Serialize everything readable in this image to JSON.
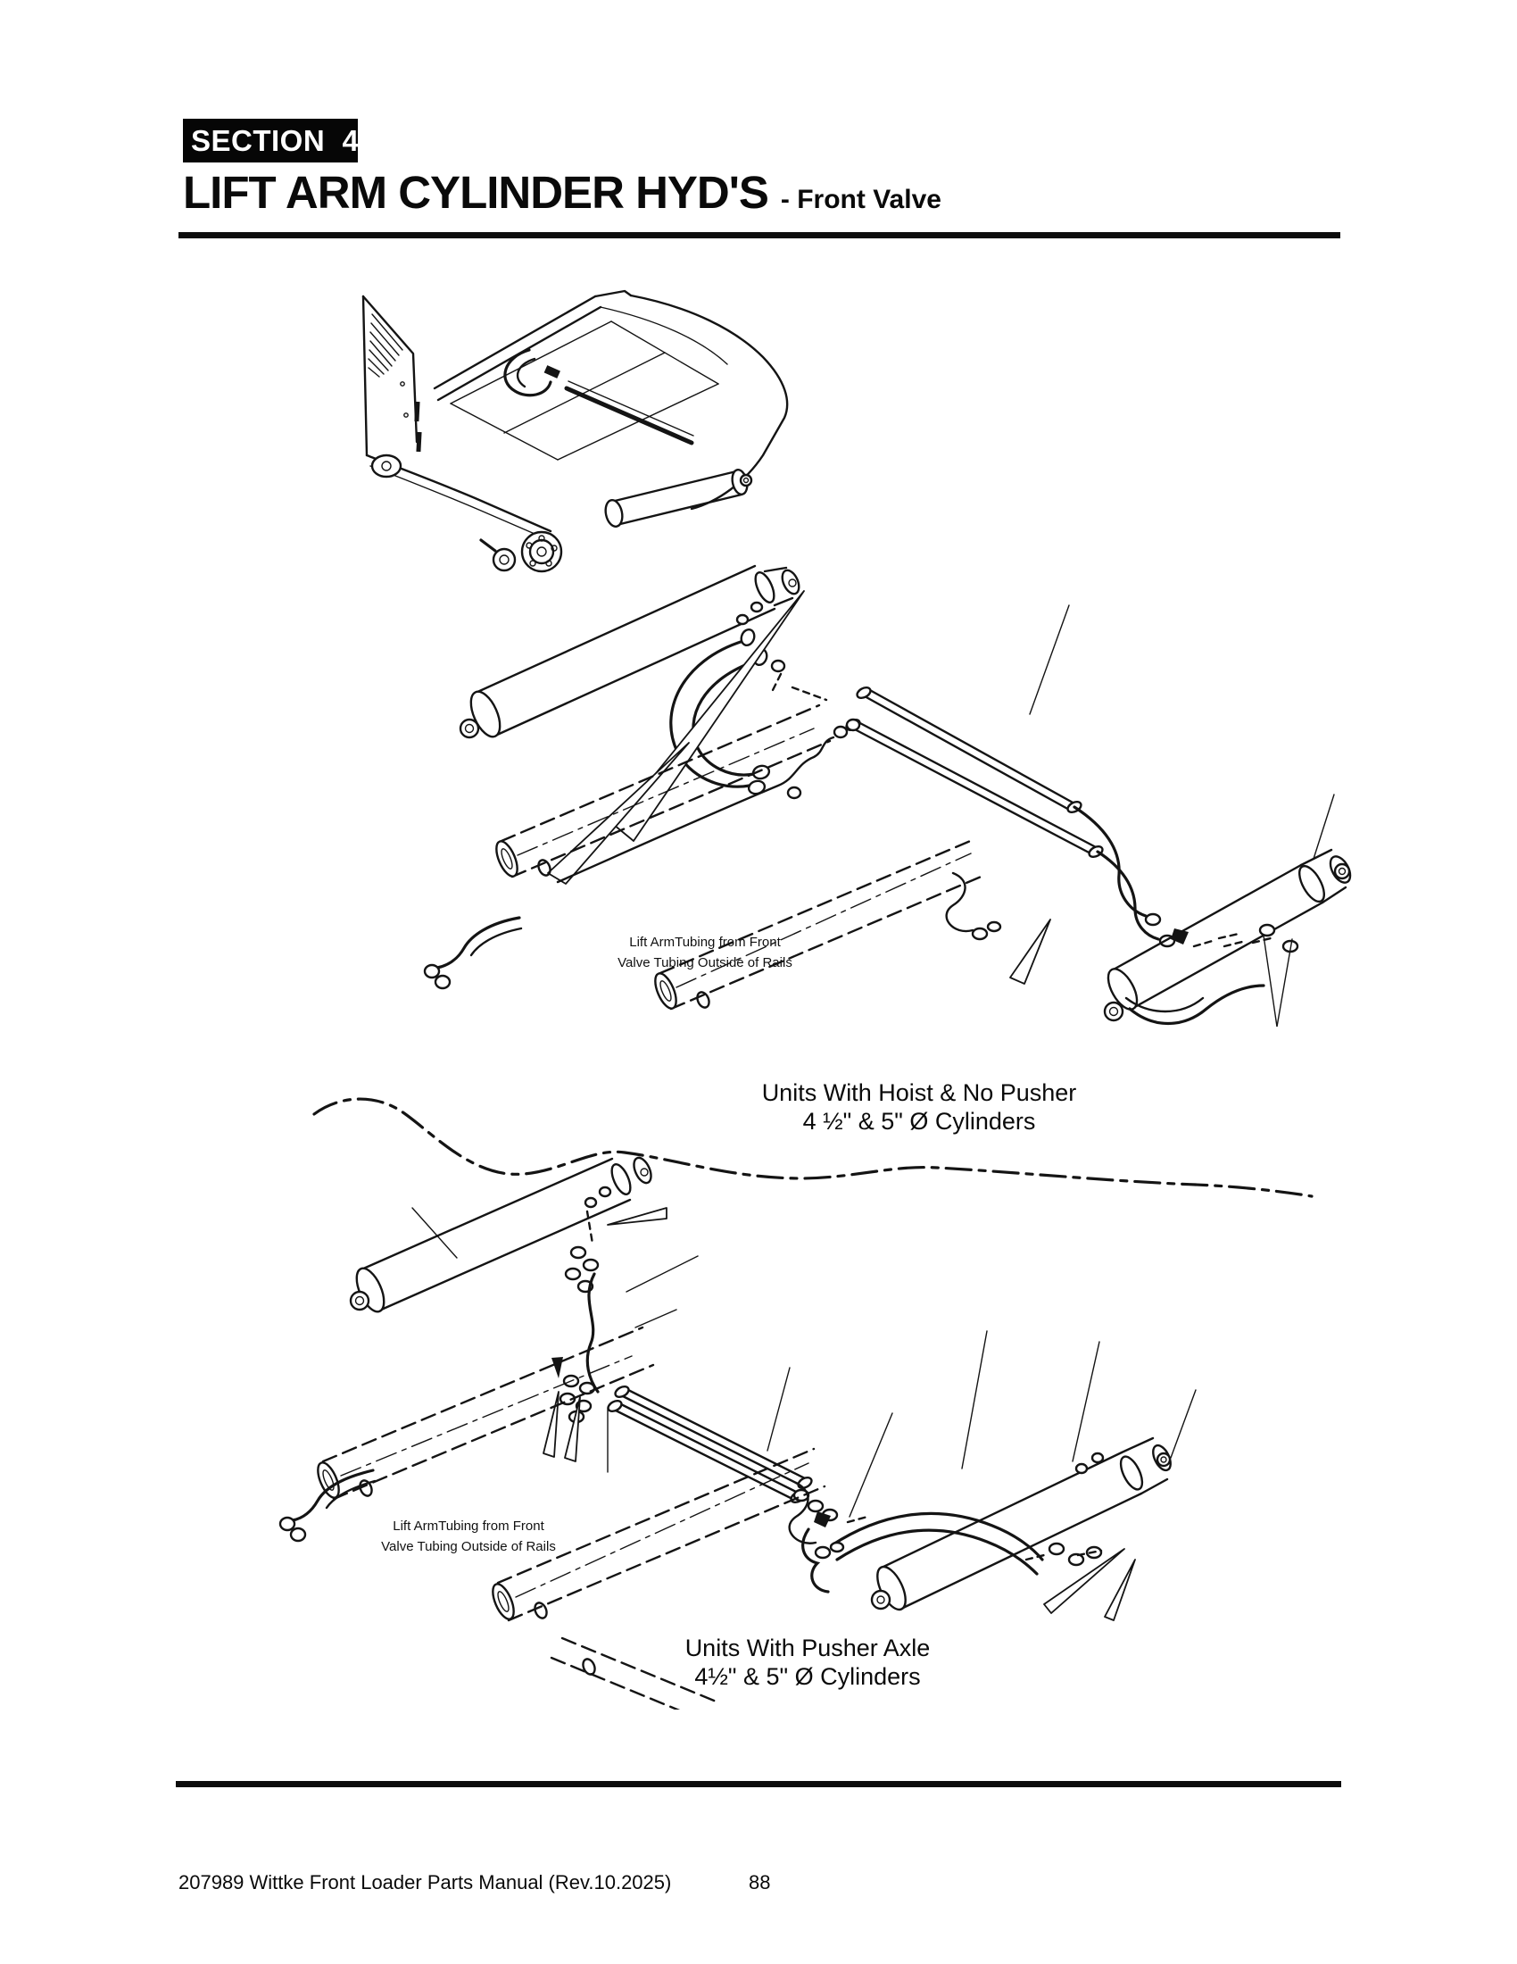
{
  "page": {
    "section_label": "SECTION  4",
    "title": "LIFT ARM CYLINDER HYD'S",
    "title_suffix": "- Front Valve"
  },
  "diagram_hoist": {
    "label_line1": "Lift ArmTubing from Front",
    "label_line2": "Valve Tubing Outside of Rails",
    "caption_line1": "Units With Hoist & No Pusher",
    "caption_line2": "4 ½\" & 5\" Ø Cylinders"
  },
  "diagram_pusher": {
    "label_line1": "Lift ArmTubing from Front",
    "label_line2": "Valve Tubing Outside of Rails",
    "caption_line1": "Units With Pusher Axle",
    "caption_line2": "4½\" & 5\" Ø Cylinders"
  },
  "footer": {
    "manual_title": "207989 Wittke Front Loader Parts Manual (Rev.10.2025)",
    "page_number": "88"
  }
}
